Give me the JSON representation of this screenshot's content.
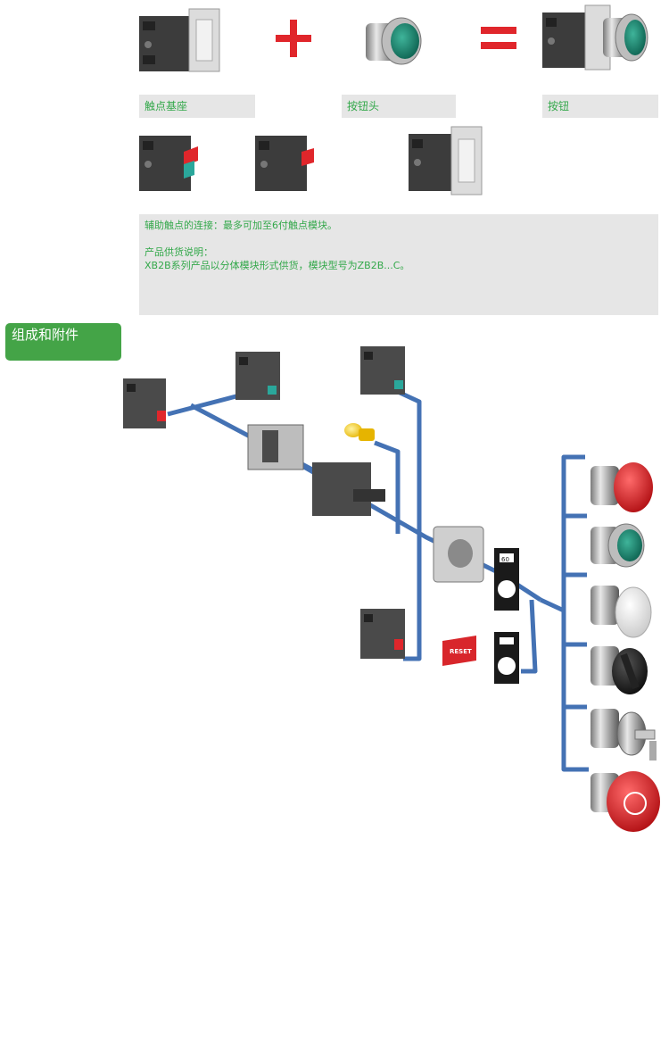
{
  "top_row": {
    "contact_base_label": "触点基座",
    "button_head_label": "按钮头",
    "button_label": "按钮",
    "plus_symbol": "+",
    "equals_symbol": "="
  },
  "info": {
    "line1": "辅助触点的连接：最多可加至6付触点模块。",
    "line2": "产品供货说明：",
    "line3": "XB2B系列产品以分体模块形式供货，模块型号为ZB2B...C。"
  },
  "section_tag": "组成和附件",
  "accessories": {
    "reset_label": "RESET",
    "legend_label": "60"
  },
  "colors": {
    "green_text": "#33a84a",
    "tag_green": "#44a447",
    "plus_red": "#e0262b",
    "connector_blue": "#4472b4",
    "panel_grey": "#e6e6e6"
  },
  "icons": [
    "contact-block-icon",
    "button-head-green-icon",
    "assembled-button-icon",
    "plus-icon",
    "equals-icon",
    "contact-block-red-icon",
    "contact-block-teal-icon",
    "base-collar-icon",
    "pilot-light-bulb-icon",
    "light-module-icon",
    "reset-legend-icon",
    "legend-holder-icon",
    "head-red-flush-icon",
    "head-green-flush-icon",
    "head-white-flush-icon",
    "head-selector-black-icon",
    "head-key-switch-icon",
    "head-emergency-stop-icon"
  ]
}
